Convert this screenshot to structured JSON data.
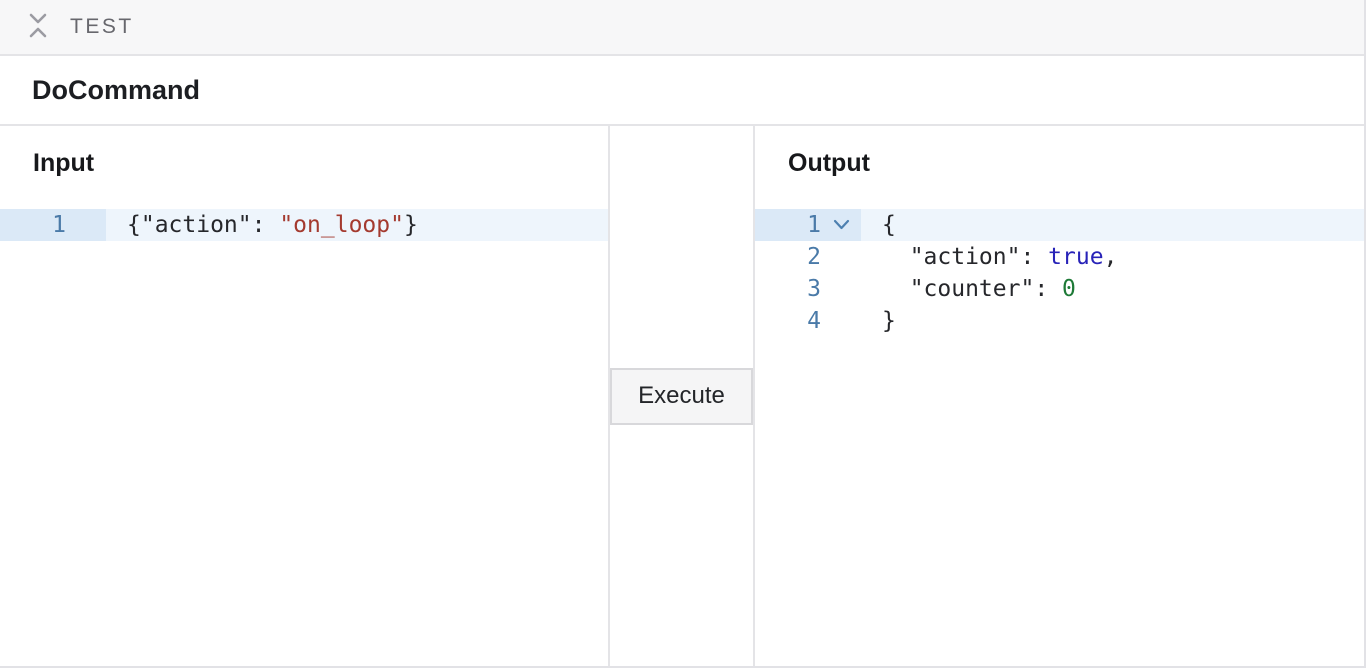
{
  "colors": {
    "accent_line_highlight": "#eef5fc",
    "accent_gutter_highlight": "#dbe9f7",
    "line_number": "#4a7aa8",
    "string": "#a43a2f",
    "boolean": "#2823b8",
    "number": "#1e7a37",
    "border": "#e4e4e7",
    "topbar_bg": "#f7f7f8"
  },
  "icons": {
    "collapse": "collapse-vertical-icon",
    "fold": "chevron-down-icon"
  },
  "topbar": {
    "label": "TEST"
  },
  "header": {
    "title": "DoCommand"
  },
  "execute": {
    "label": "Execute"
  },
  "input_panel": {
    "title": "Input",
    "editor": {
      "interactable": true,
      "lines": [
        {
          "number": "1",
          "active": true,
          "foldable": false,
          "segments": [
            {
              "text": "{\"action\": ",
              "type": "default"
            },
            {
              "text": "\"on_loop\"",
              "type": "string"
            },
            {
              "text": "}",
              "type": "default"
            }
          ]
        }
      ]
    }
  },
  "output_panel": {
    "title": "Output",
    "editor": {
      "interactable": false,
      "lines": [
        {
          "number": "1",
          "active": true,
          "foldable": true,
          "segments": [
            {
              "text": "{",
              "type": "default"
            }
          ]
        },
        {
          "number": "2",
          "active": false,
          "foldable": false,
          "segments": [
            {
              "text": "  \"action\": ",
              "type": "default"
            },
            {
              "text": "true",
              "type": "bool"
            },
            {
              "text": ",",
              "type": "default"
            }
          ]
        },
        {
          "number": "3",
          "active": false,
          "foldable": false,
          "segments": [
            {
              "text": "  \"counter\": ",
              "type": "default"
            },
            {
              "text": "0",
              "type": "num"
            }
          ]
        },
        {
          "number": "4",
          "active": false,
          "foldable": false,
          "segments": [
            {
              "text": "}",
              "type": "default"
            }
          ]
        }
      ]
    }
  }
}
